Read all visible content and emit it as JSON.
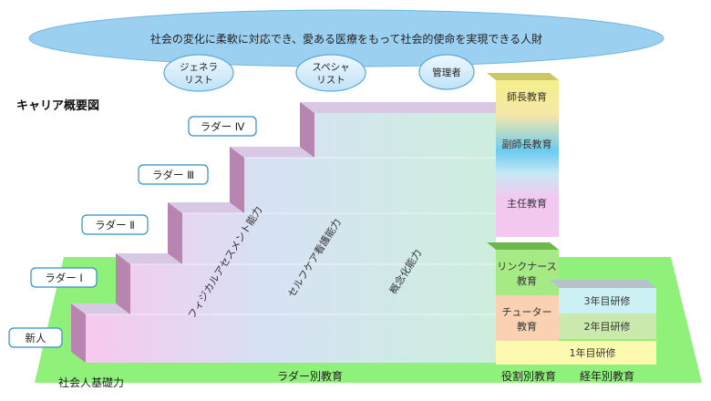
{
  "vision": "社会の変化に柔軟に対応でき、愛ある医療をもって社会的使命を実現できる人財",
  "bubbles": [
    {
      "line1": "ジェネラ",
      "line2": "リスト"
    },
    {
      "line1": "スペシャ",
      "line2": "リスト"
    },
    {
      "line1": "管理者",
      "line2": ""
    }
  ],
  "title": "キャリア概要図",
  "levels": [
    "新人",
    "ラダー Ⅰ",
    "ラダー Ⅱ",
    "ラダー Ⅲ",
    "ラダー Ⅳ"
  ],
  "abilities": [
    "フィジカルアセスメント能力",
    "セルフケア看護能力",
    "概念化能力"
  ],
  "role_education": {
    "tall": [
      "師長教育",
      "副師長教育",
      "主任教育"
    ],
    "short": [
      {
        "line1": "リンクナース",
        "line2": "教育"
      },
      {
        "line1": "チューター",
        "line2": "教育"
      }
    ]
  },
  "year_training": [
    "3年目研修",
    "2年目研修",
    "1年目研修"
  ],
  "bottom_labels": {
    "foundation": "社会人基礎力",
    "ladder": "ラダー別教育",
    "role": "役割別教育",
    "year": "経年別教育"
  },
  "colors": {
    "base_green": "#8ff07a",
    "ellipse_fill": "#9bd0f0",
    "stair_pink": "#f5c9ee",
    "stair_side": "#b884b0",
    "bubble_stroke": "#5aa9d8"
  }
}
